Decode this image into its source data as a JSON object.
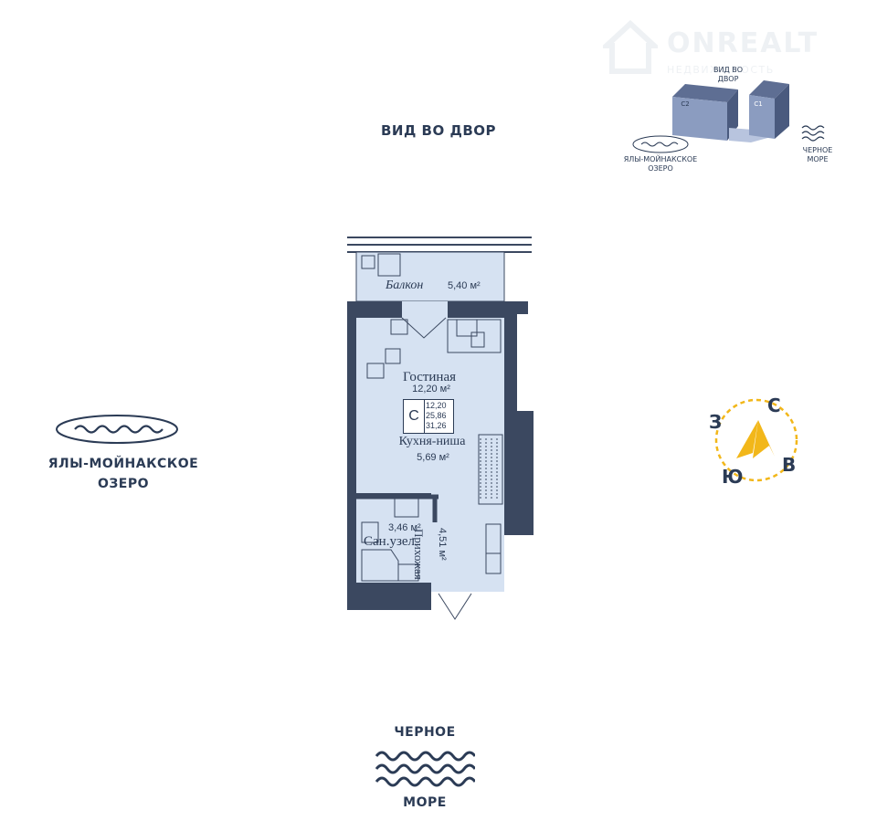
{
  "view_labels": {
    "top": "ВИД ВО ДВОР",
    "lake_line1": "ЯЛЫ-МОЙНАКСКОЕ",
    "lake_line2": "ОЗЕРО",
    "sea_line1": "ЧЕРНОЕ",
    "sea_line2": "МОРЕ"
  },
  "logo": {
    "name": "ONREALT",
    "subtitle": "НЕДВИЖИМОСТЬ"
  },
  "minimap": {
    "view_label_line1": "ВИД ВО",
    "view_label_line2": "ДВОР",
    "building_c2": "С2",
    "building_c1": "С1",
    "lake_line1": "ЯЛЫ-МОЙНАКСКОЕ",
    "lake_line2": "ОЗЕРО",
    "sea_line1": "ЧЕРНОЕ",
    "sea_line2": "МОРЕ"
  },
  "compass": {
    "north": "С",
    "east": "В",
    "south": "Ю",
    "west": "З",
    "accent_color": "#f2b71a"
  },
  "rooms": {
    "balcony_name": "Балкон",
    "balcony_area": "5,40 м²",
    "living_name": "Гостиная",
    "living_area": "12,20 м²",
    "kitchen_name": "Кухня-ниша",
    "kitchen_area": "5,69 м²",
    "hall_name": "Прихожая",
    "hall_area": "4,51 м²",
    "bath_name": "Сан.узел",
    "bath_area": "3,46 м²"
  },
  "summary": {
    "type_letter": "С",
    "living_area": "12,20",
    "total_area": "25,86",
    "total_with_balcony": "31,26"
  },
  "colors": {
    "wall": "#3b4860",
    "floor": "#d6e2f2",
    "text": "#2b3b55"
  }
}
